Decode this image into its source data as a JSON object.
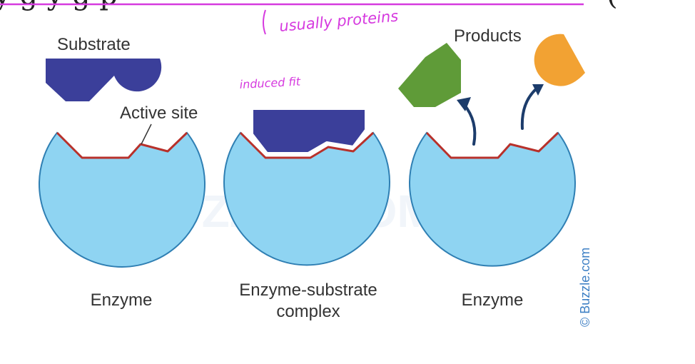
{
  "header": {
    "cut_text_left": "y       g          y        g      p",
    "cut_text_right": "("
  },
  "annotations": {
    "usually_proteins": "usually proteins",
    "induced_fit": "induced fit"
  },
  "labels": {
    "substrate": "Substrate",
    "active_site": "Active site",
    "products": "Products",
    "enzyme_left": "Enzyme",
    "complex_line1": "Enzyme-substrate",
    "complex_line2": "complex",
    "enzyme_right": "Enzyme"
  },
  "watermark": {
    "center": "BUZZLE.COM",
    "side": "© Buzzle.com"
  },
  "colors": {
    "enzyme_fill": "#8fd4f2",
    "enzyme_stroke": "#2f7fb3",
    "active_site": "#b8312b",
    "substrate": "#3b3f9a",
    "product_green": "#5f9b38",
    "product_orange": "#f2a233",
    "arrow": "#1c3c6b",
    "annotation": "#d63adf",
    "watermark_side": "#3d7fc4"
  }
}
